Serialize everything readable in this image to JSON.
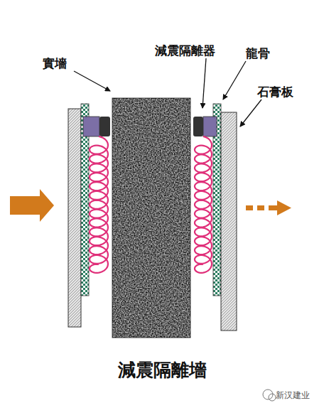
{
  "diagram": {
    "caption": "減震隔離墻",
    "labels": [
      "實墻",
      "減震隔離器",
      "龍骨",
      "石膏板",
      "新汉建业"
    ]
  }
}
